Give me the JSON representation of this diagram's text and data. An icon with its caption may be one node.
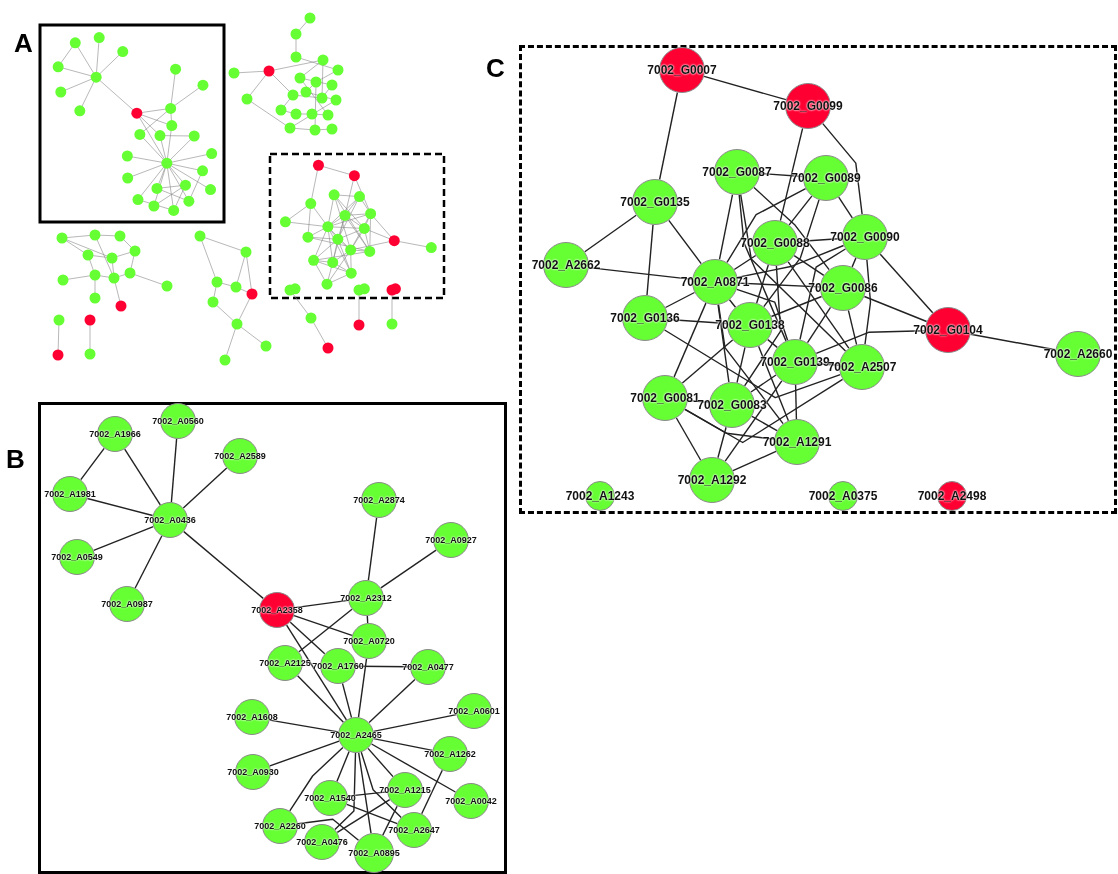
{
  "diagram": {
    "nodes": [
      {
        "text": [],
        "shape": "box"
      },
      {
        "text": [
          "7002_G0007"
        ],
        "in": 0
      },
      {
        "text": [
          "7002_G0099"
        ],
        "in": 0
      },
      {
        "text": [
          "7002_G0087"
        ],
        "in": 0
      },
      {
        "text": [
          "7002_G0089"
        ],
        "in": 0
      },
      {
        "text": [
          "7002_G0135"
        ],
        "in": 0
      },
      {
        "text": [
          "7002_A2662"
        ],
        "in": 0
      },
      {
        "text": [
          "7002_G0088"
        ],
        "in": 0
      },
      {
        "text": [
          "7002_G0090"
        ],
        "in": 0
      },
      {
        "text": [
          "7002_A0871"
        ],
        "in": 0
      },
      {
        "text": [
          "7002_G0086"
        ],
        "in": 0
      },
      {
        "text": [
          "7002_G0136"
        ],
        "in": 0
      },
      {
        "text": [
          "7002_G0138"
        ],
        "in": 0
      },
      {
        "text": [
          "7002_G0104"
        ],
        "in": 0
      },
      {
        "text": [
          "7002_A2660"
        ],
        "in": 0
      },
      {
        "text": [
          "7002_G0139"
        ],
        "in": 0
      },
      {
        "text": [
          "7002_A2507"
        ],
        "in": 0
      },
      {
        "text": [
          "7002_G0081"
        ],
        "in": 0
      },
      {
        "text": [
          "7002_G0083"
        ],
        "in": 0
      },
      {
        "text": [
          "7002_A1291"
        ],
        "in": 0
      },
      {
        "text": [
          "7002_A1292"
        ],
        "in": 0
      },
      {
        "text": [
          "7002_A1243"
        ],
        "in": 0
      },
      {
        "text": [
          "7002_A0375"
        ],
        "in": 0
      },
      {
        "text": [
          "7002_A2498"
        ],
        "in": 0
      },
      {
        "text": [],
        "shape": "box"
      },
      {
        "text": [
          "7002_A1966"
        ],
        "in": 24
      },
      {
        "text": [
          "7002_A0560"
        ],
        "in": 24
      },
      {
        "text": [
          "7002_A2589"
        ],
        "in": 24
      },
      {
        "text": [
          "7002_A1981"
        ],
        "in": 24
      },
      {
        "text": [
          "7002_A0436"
        ],
        "in": 24
      },
      {
        "text": [
          "7002_A0549"
        ],
        "in": 24
      },
      {
        "text": [
          "7002_A0987"
        ],
        "in": 24
      },
      {
        "text": [
          "7002_A2874"
        ],
        "in": 24
      },
      {
        "text": [
          "7002_A0927"
        ],
        "in": 24
      },
      {
        "text": [
          "7002_A2358"
        ],
        "in": 24
      },
      {
        "text": [
          "7002_A2312"
        ],
        "in": 24
      },
      {
        "text": [
          "7002_A0720"
        ],
        "in": 24
      },
      {
        "text": [
          "7002_A2125"
        ],
        "in": 24
      },
      {
        "text": [
          "7002_A1760"
        ],
        "in": 24
      },
      {
        "text": [
          "7002_A0477"
        ],
        "in": 24
      },
      {
        "text": [
          "7002_A1608"
        ],
        "in": 24
      },
      {
        "text": [
          "7002_A0601"
        ],
        "in": 24
      },
      {
        "text": [
          "7002_A2465"
        ],
        "in": 24
      },
      {
        "text": [
          "7002_A1262"
        ],
        "in": 24
      },
      {
        "text": [
          "7002_A0930"
        ],
        "in": 24
      },
      {
        "text": [
          "7002_A1215"
        ],
        "in": 24
      },
      {
        "text": [
          "7002_A1540"
        ],
        "in": 24
      },
      {
        "text": [
          "7002_A0042"
        ],
        "in": 24
      },
      {
        "text": [
          "7002_A2260"
        ],
        "in": 24
      },
      {
        "text": [
          "7002_A2647"
        ],
        "in": 24
      },
      {
        "text": [
          "7002_A0476"
        ],
        "in": 24
      },
      {
        "text": [
          "7002_A0895"
        ],
        "in": 24
      }
    ],
    "edges": [
      {
        "from": 1,
        "to": 2,
        "arrow": "none"
      },
      {
        "from": 1,
        "to": 5,
        "arrow": "none"
      },
      {
        "from": 5,
        "to": 6,
        "arrow": "none"
      },
      {
        "from": 5,
        "to": 11,
        "arrow": "none"
      },
      {
        "from": 5,
        "to": 9,
        "arrow": "none"
      },
      {
        "from": 6,
        "to": 9,
        "arrow": "none"
      },
      {
        "from": 9,
        "to": 10,
        "arrow": "none"
      },
      {
        "from": 2,
        "to": 7,
        "arrow": "none"
      },
      {
        "from": 2,
        "to": 8,
        "arrow": "none"
      },
      {
        "from": 3,
        "to": 4,
        "arrow": "none"
      },
      {
        "from": 3,
        "to": 9,
        "arrow": "none"
      },
      {
        "from": 3,
        "to": 10,
        "arrow": "none"
      },
      {
        "from": 3,
        "to": 15,
        "arrow": "none"
      },
      {
        "from": 3,
        "to": 16,
        "arrow": "none"
      },
      {
        "from": 4,
        "to": 7,
        "arrow": "none"
      },
      {
        "from": 4,
        "to": 9,
        "arrow": "none"
      },
      {
        "from": 4,
        "to": 12,
        "arrow": "none"
      },
      {
        "from": 4,
        "to": 8,
        "arrow": "none"
      },
      {
        "from": 7,
        "to": 8,
        "arrow": "none"
      },
      {
        "from": 7,
        "to": 9,
        "arrow": "none"
      },
      {
        "from": 7,
        "to": 12,
        "arrow": "none"
      },
      {
        "from": 7,
        "to": 10,
        "arrow": "none"
      },
      {
        "from": 7,
        "to": 16,
        "arrow": "none"
      },
      {
        "from": 7,
        "to": 18,
        "arrow": "none"
      },
      {
        "from": 8,
        "to": 9,
        "arrow": "none"
      },
      {
        "from": 8,
        "to": 10,
        "arrow": "none"
      },
      {
        "from": 8,
        "to": 15,
        "arrow": "none"
      },
      {
        "from": 8,
        "to": 16,
        "arrow": "none"
      },
      {
        "from": 8,
        "to": 13,
        "arrow": "none"
      },
      {
        "from": 10,
        "to": 12,
        "arrow": "none"
      },
      {
        "from": 10,
        "to": 13,
        "arrow": "none"
      },
      {
        "from": 10,
        "to": 15,
        "arrow": "none"
      },
      {
        "from": 10,
        "to": 16,
        "arrow": "none"
      },
      {
        "from": 9,
        "to": 11,
        "arrow": "none"
      },
      {
        "from": 9,
        "to": 12,
        "arrow": "none"
      },
      {
        "from": 9,
        "to": 15,
        "arrow": "none"
      },
      {
        "from": 9,
        "to": 17,
        "arrow": "none"
      },
      {
        "from": 9,
        "to": 18,
        "arrow": "none"
      },
      {
        "from": 9,
        "to": 19,
        "arrow": "none"
      },
      {
        "from": 11,
        "to": 12,
        "arrow": "none"
      },
      {
        "from": 11,
        "to": 16,
        "arrow": "none"
      },
      {
        "from": 12,
        "to": 15,
        "arrow": "none"
      },
      {
        "from": 12,
        "to": 17,
        "arrow": "none"
      },
      {
        "from": 12,
        "to": 18,
        "arrow": "none"
      },
      {
        "from": 12,
        "to": 19,
        "arrow": "none"
      },
      {
        "from": 15,
        "to": 16,
        "arrow": "none"
      },
      {
        "from": 15,
        "to": 18,
        "arrow": "none"
      },
      {
        "from": 15,
        "to": 19,
        "arrow": "none"
      },
      {
        "from": 15,
        "to": 20,
        "arrow": "none"
      },
      {
        "from": 17,
        "to": 16,
        "arrow": "none"
      },
      {
        "from": 17,
        "to": 18,
        "arrow": "none"
      },
      {
        "from": 17,
        "to": 19,
        "arrow": "none"
      },
      {
        "from": 17,
        "to": 20,
        "arrow": "none"
      },
      {
        "from": 18,
        "to": 20,
        "arrow": "none"
      },
      {
        "from": 18,
        "to": 19,
        "arrow": "none"
      },
      {
        "from": 19,
        "to": 20,
        "arrow": "none"
      },
      {
        "from": 15,
        "to": 13,
        "arrow": "none"
      },
      {
        "from": 13,
        "to": 14,
        "arrow": "none"
      },
      {
        "from": 25,
        "to": 28,
        "arrow": "none"
      },
      {
        "from": 25,
        "to": 29,
        "arrow": "none"
      },
      {
        "from": 26,
        "to": 29,
        "arrow": "none"
      },
      {
        "from": 27,
        "to": 29,
        "arrow": "none"
      },
      {
        "from": 28,
        "to": 29,
        "arrow": "none"
      },
      {
        "from": 30,
        "to": 29,
        "arrow": "none"
      },
      {
        "from": 31,
        "to": 29,
        "arrow": "none"
      },
      {
        "from": 29,
        "to": 34,
        "arrow": "none"
      },
      {
        "from": 32,
        "to": 35,
        "arrow": "none"
      },
      {
        "from": 33,
        "to": 35,
        "arrow": "none"
      },
      {
        "from": 34,
        "to": 35,
        "arrow": "none"
      },
      {
        "from": 34,
        "to": 36,
        "arrow": "none"
      },
      {
        "from": 34,
        "to": 38,
        "arrow": "none"
      },
      {
        "from": 34,
        "to": 42,
        "arrow": "none"
      },
      {
        "from": 35,
        "to": 37,
        "arrow": "none"
      },
      {
        "from": 35,
        "to": 36,
        "arrow": "none"
      },
      {
        "from": 36,
        "to": 42,
        "arrow": "none"
      },
      {
        "from": 38,
        "to": 39,
        "arrow": "none"
      },
      {
        "from": 38,
        "to": 42,
        "arrow": "none"
      },
      {
        "from": 37,
        "to": 42,
        "arrow": "none"
      },
      {
        "from": 39,
        "to": 42,
        "arrow": "none"
      },
      {
        "from": 40,
        "to": 42,
        "arrow": "none"
      },
      {
        "from": 41,
        "to": 42,
        "arrow": "none"
      },
      {
        "from": 43,
        "to": 42,
        "arrow": "none"
      },
      {
        "from": 44,
        "to": 42,
        "arrow": "none"
      },
      {
        "from": 47,
        "to": 42,
        "arrow": "none"
      },
      {
        "from": 45,
        "to": 42,
        "arrow": "none"
      },
      {
        "from": 46,
        "to": 42,
        "arrow": "none"
      },
      {
        "from": 48,
        "to": 42,
        "arrow": "none"
      },
      {
        "from": 50,
        "to": 42,
        "arrow": "none"
      },
      {
        "from": 51,
        "to": 42,
        "arrow": "none"
      },
      {
        "from": 49,
        "to": 42,
        "arrow": "none"
      },
      {
        "from": 46,
        "to": 45,
        "arrow": "none"
      },
      {
        "from": 46,
        "to": 49,
        "arrow": "none"
      },
      {
        "from": 45,
        "to": 50,
        "arrow": "none"
      },
      {
        "from": 45,
        "to": 51,
        "arrow": "none"
      },
      {
        "from": 43,
        "to": 49,
        "arrow": "none"
      },
      {
        "from": 48,
        "to": 51,
        "arrow": "none"
      }
    ],
    "labels": [
      "A",
      "C",
      "B"
    ]
  }
}
